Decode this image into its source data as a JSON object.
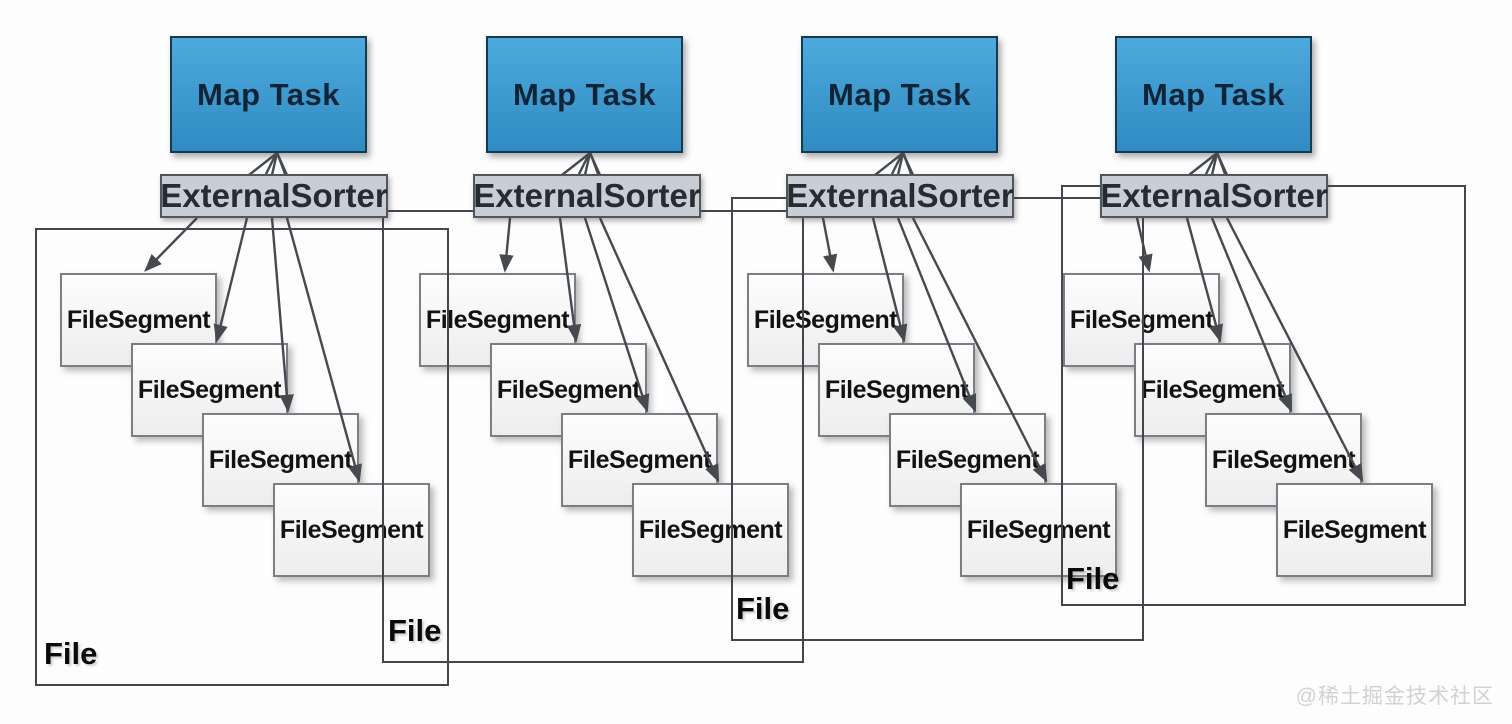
{
  "watermark": "@稀土掘金技术社区",
  "colors": {
    "background": "#fdfdfe",
    "map_task_fill_top": "#4ea9dc",
    "map_task_fill_bottom": "#2f8bc2",
    "map_task_border": "#16394f",
    "map_task_text": "#0f2437",
    "sorter_fill": "#c9cdd5",
    "sorter_border": "#51565d",
    "sorter_text": "#272c34",
    "segment_fill_top": "#fdfdfd",
    "segment_fill_bottom": "#ededee",
    "segment_border": "#7a7f86",
    "segment_text": "#121212",
    "container_border": "#43474d",
    "file_text": "#0a0a0a",
    "arrow": "#464a4f",
    "watermark": "#d2d2d2"
  },
  "groups": [
    {
      "map_task": "Map Task",
      "sorter": "ExternalSorter",
      "file": "File",
      "segments": [
        "FileSegment",
        "FileSegment",
        "FileSegment",
        "FileSegment"
      ]
    },
    {
      "map_task": "Map Task",
      "sorter": "ExternalSorter",
      "file": "File",
      "segments": [
        "FileSegment",
        "FileSegment",
        "FileSegment",
        "FileSegment"
      ]
    },
    {
      "map_task": "Map Task",
      "sorter": "ExternalSorter",
      "file": "File",
      "segments": [
        "FileSegment",
        "FileSegment",
        "FileSegment",
        "FileSegment"
      ]
    },
    {
      "map_task": "Map Task",
      "sorter": "ExternalSorter",
      "file": "File",
      "segments": [
        "FileSegment",
        "FileSegment",
        "FileSegment",
        "FileSegment"
      ]
    }
  ]
}
